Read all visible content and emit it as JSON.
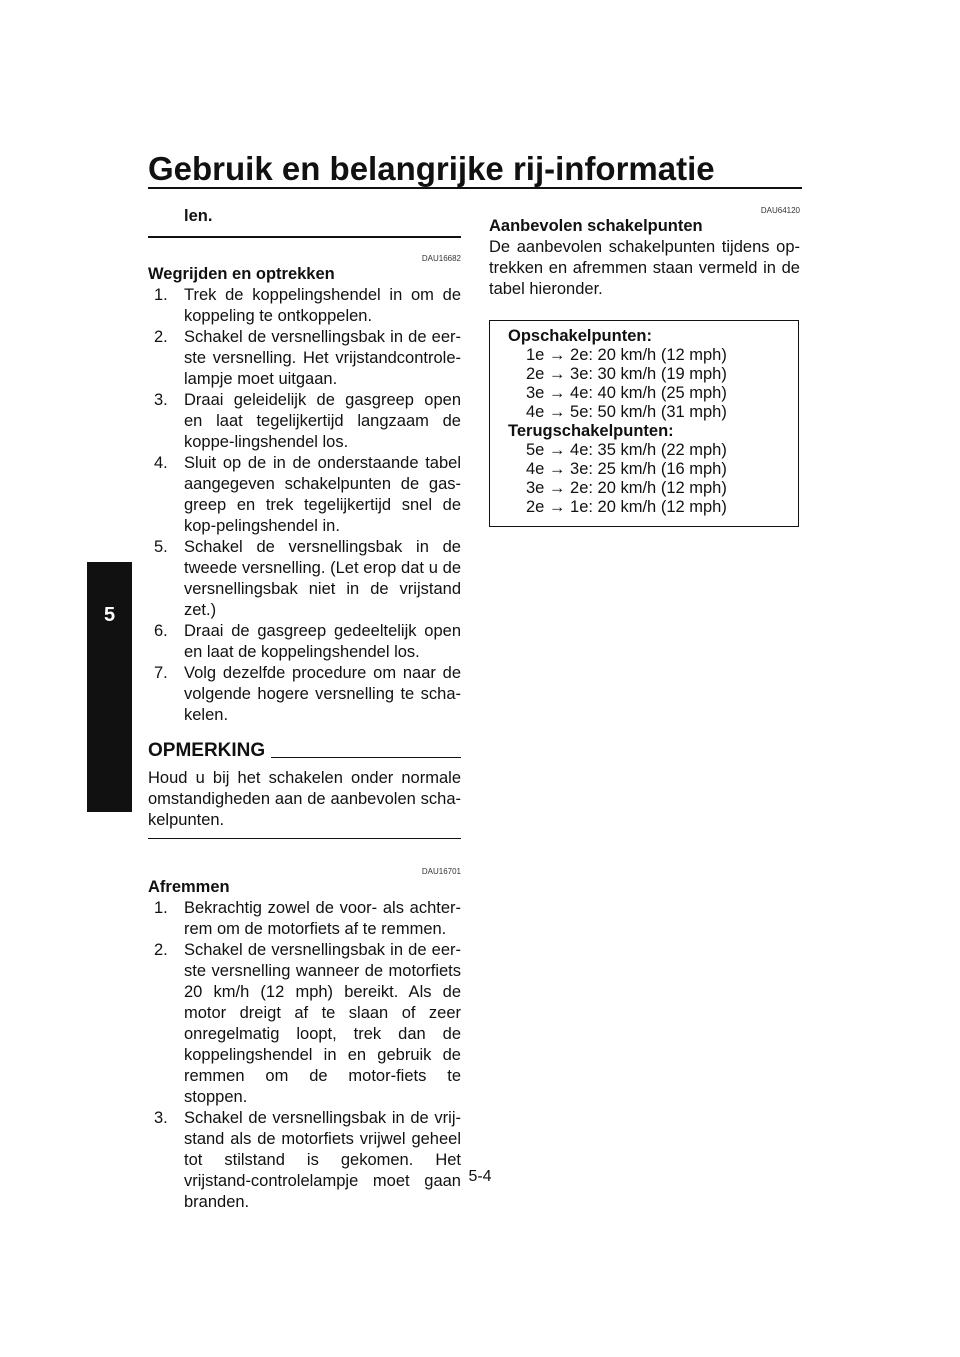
{
  "header": {
    "title": "Gebruik en belangrijke rij-informatie",
    "chapter": "5"
  },
  "left": {
    "continuation": "len.",
    "start": {
      "code": "DAU16682",
      "title": "Wegrijden en optrekken",
      "steps": [
        {
          "num": "1.",
          "text": "Trek de koppelingshendel in om de koppeling te ontkoppelen."
        },
        {
          "num": "2.",
          "text": "Schakel de versnellingsbak in de eer-ste versnelling. Het vrijstandcontrole-lampje moet uitgaan."
        },
        {
          "num": "3.",
          "text": "Draai geleidelijk de gasgreep open en laat tegelijkertijd langzaam de koppe-lingshendel los."
        },
        {
          "num": "4.",
          "text": "Sluit op de in de onderstaande tabel aangegeven schakelpunten de gas-greep en trek tegelijkertijd snel de kop-pelingshendel in."
        },
        {
          "num": "5.",
          "text": "Schakel de versnellingsbak in de tweede versnelling. (Let erop dat u de versnellingsbak niet in de vrijstand zet.)"
        },
        {
          "num": "6.",
          "text": "Draai de gasgreep gedeeltelijk open en laat de koppelingshendel los."
        },
        {
          "num": "7.",
          "text": "Volg dezelfde procedure om naar de volgende hogere versnelling te scha-kelen."
        }
      ]
    },
    "note": {
      "label": "OPMERKING",
      "text": "Houd u bij het schakelen onder normale omstandigheden aan de aanbevolen scha-kelpunten."
    },
    "braking": {
      "code": "DAU16701",
      "title": "Afremmen",
      "steps": [
        {
          "num": "1.",
          "text": "Bekrachtig zowel de voor- als achter-rem om de motorfiets af te remmen."
        },
        {
          "num": "2.",
          "text": "Schakel de versnellingsbak in de eer-ste versnelling wanneer de motorfiets 20 km/h (12 mph) bereikt. Als de motor dreigt af te slaan of zeer onregelmatig loopt, trek dan de koppelingshendel in en gebruik de remmen om de motor-fiets te stoppen."
        },
        {
          "num": "3.",
          "text": "Schakel de versnellingsbak in de vrij-stand als de motorfiets vrijwel geheel tot stilstand is gekomen. Het vrijstand-controlelampje moet gaan branden."
        }
      ]
    }
  },
  "right": {
    "code": "DAU64120",
    "title": "Aanbevolen schakelpunten",
    "text": "De aanbevolen schakelpunten tijdens op-trekken en afremmen staan vermeld in de tabel hieronder.",
    "table": {
      "up_heading": "Opschakelpunten:",
      "up": [
        "1e → 2e: 20 km/h (12 mph)",
        "2e → 3e: 30 km/h (19 mph)",
        "3e → 4e: 40 km/h (25 mph)",
        "4e → 5e: 50 km/h (31 mph)"
      ],
      "down_heading": "Terugschakelpunten:",
      "down": [
        "5e → 4e: 35 km/h (22 mph)",
        "4e → 3e: 25 km/h (16 mph)",
        "3e → 2e: 20 km/h (12 mph)",
        "2e → 1e: 20 km/h (12 mph)"
      ]
    }
  },
  "footer": {
    "page": "5-4"
  }
}
